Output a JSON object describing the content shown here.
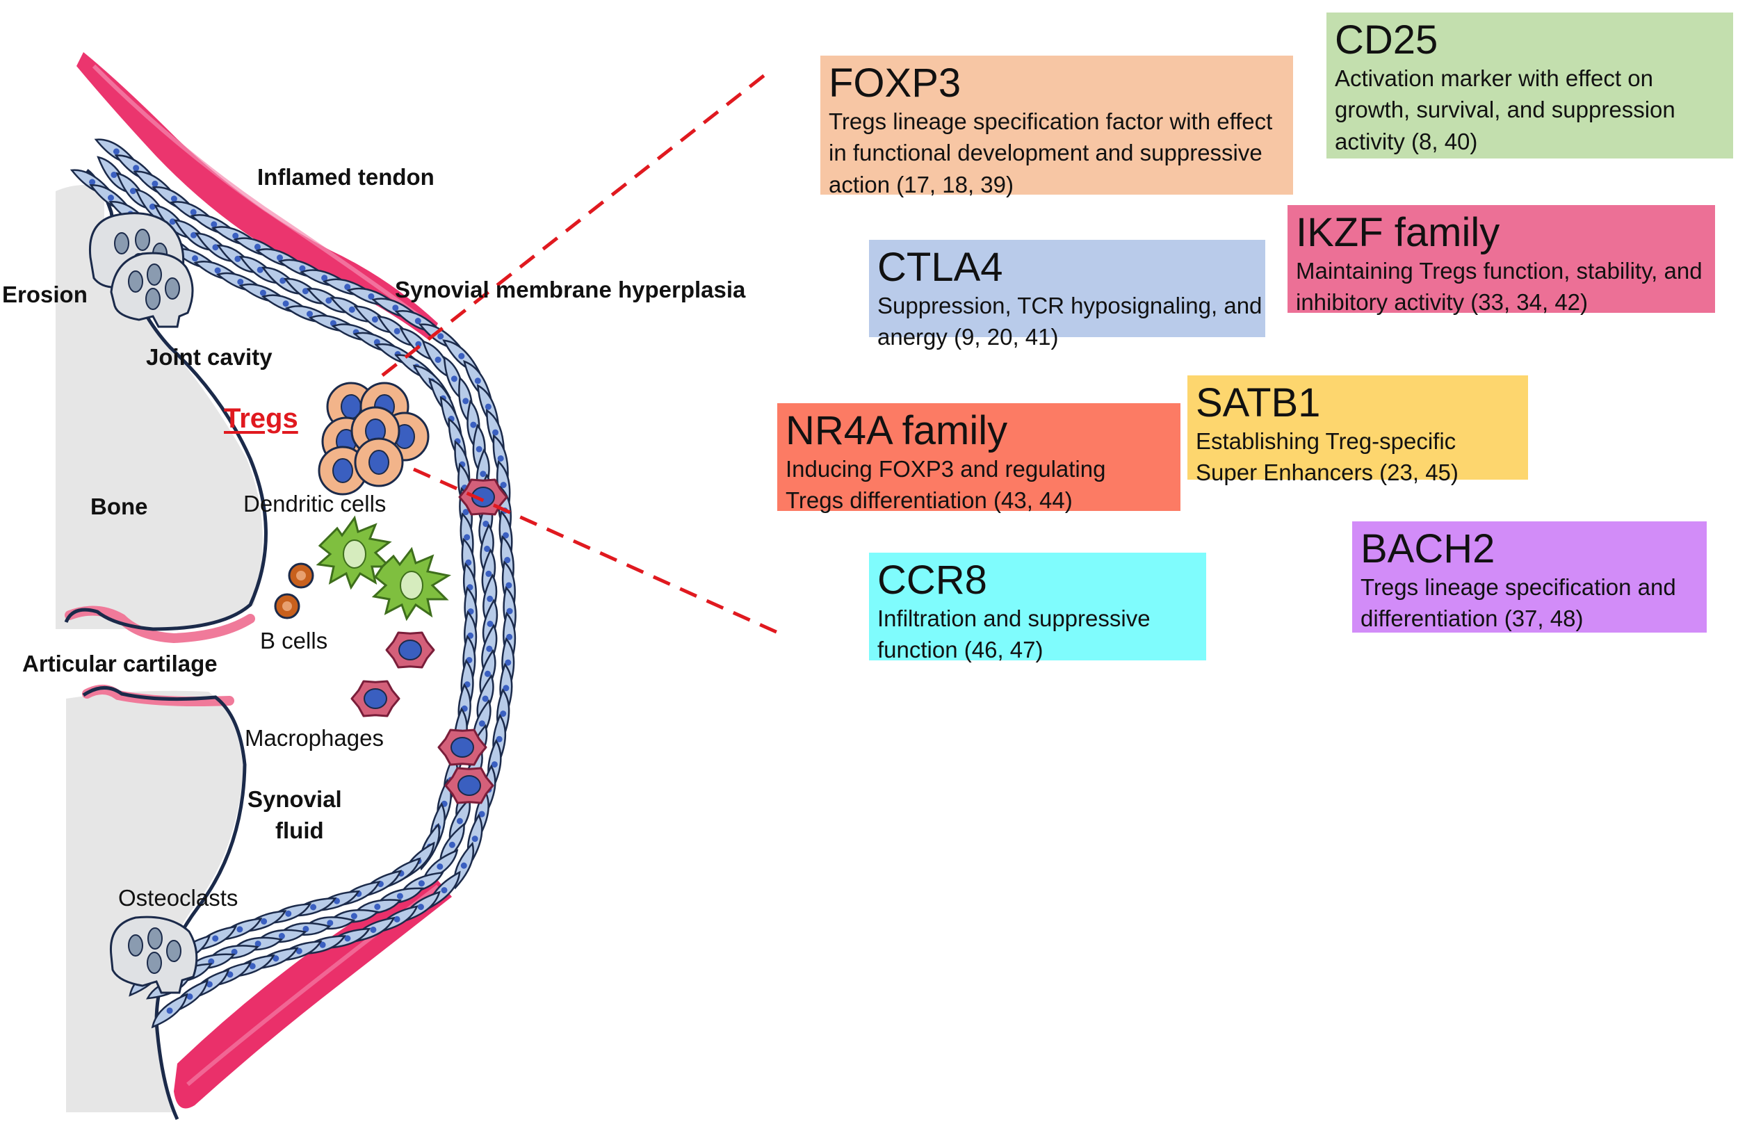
{
  "colors": {
    "tendon": "#e8195a",
    "membrane_cell": "#b7cbe8",
    "outline": "#1b2a4a",
    "treg": "#f2b48a",
    "nucleus": "#3a5fc0",
    "dendritic": "#7fbf3f",
    "bcell": "#c8601d",
    "macrophage": "#d4607a",
    "bone": "#e6e6e6",
    "cartilage": "#f07a9a",
    "dash": "#e0191f"
  },
  "anatomy": {
    "inflamed_tendon": "Inflamed tendon",
    "erosion": "Erosion",
    "synovial_membrane": "Synovial membrane hyperplasia",
    "joint_cavity": "Joint cavity",
    "tregs": "Tregs",
    "bone": "Bone",
    "dendritic_cells": "Dendritic cells",
    "b_cells": "B cells",
    "articular_cartilage": "Articular cartilage",
    "macrophages": "Macrophages",
    "synovial_fluid_1": "Synovial",
    "synovial_fluid_2": "fluid",
    "osteoclasts": "Osteoclasts"
  },
  "factors": [
    {
      "name": "FOXP3",
      "description": "Tregs lineage specification factor with effect in functional development and suppressive action (17, 18, 39)",
      "color": "#f7c6a4"
    },
    {
      "name": "CD25",
      "description": "Activation marker with effect on growth, survival, and suppression activity (8, 40)",
      "color": "#c3dfae"
    },
    {
      "name": "CTLA4",
      "description": "Suppression, TCR hyposignaling, and anergy (9, 20, 41)",
      "color": "#b9cbea"
    },
    {
      "name": "IKZF family",
      "description": "Maintaining Tregs function, stability, and inhibitory activity  (33, 34, 42)",
      "color": "#ec7096"
    },
    {
      "name": "NR4A family",
      "description": "Inducing FOXP3 and regulating Tregs differentiation (43, 44)",
      "color": "#fc7b64"
    },
    {
      "name": "SATB1",
      "description": "Establishing Treg-specific Super Enhancers (23, 45)",
      "color": "#fdd66e"
    },
    {
      "name": "CCR8",
      "description": "Infiltration and suppressive function (46, 47)",
      "color": "#7ffcfd"
    },
    {
      "name": "BACH2",
      "description": "Tregs lineage specification and differentiation  (37, 48)",
      "color": "#d28cf8"
    }
  ]
}
